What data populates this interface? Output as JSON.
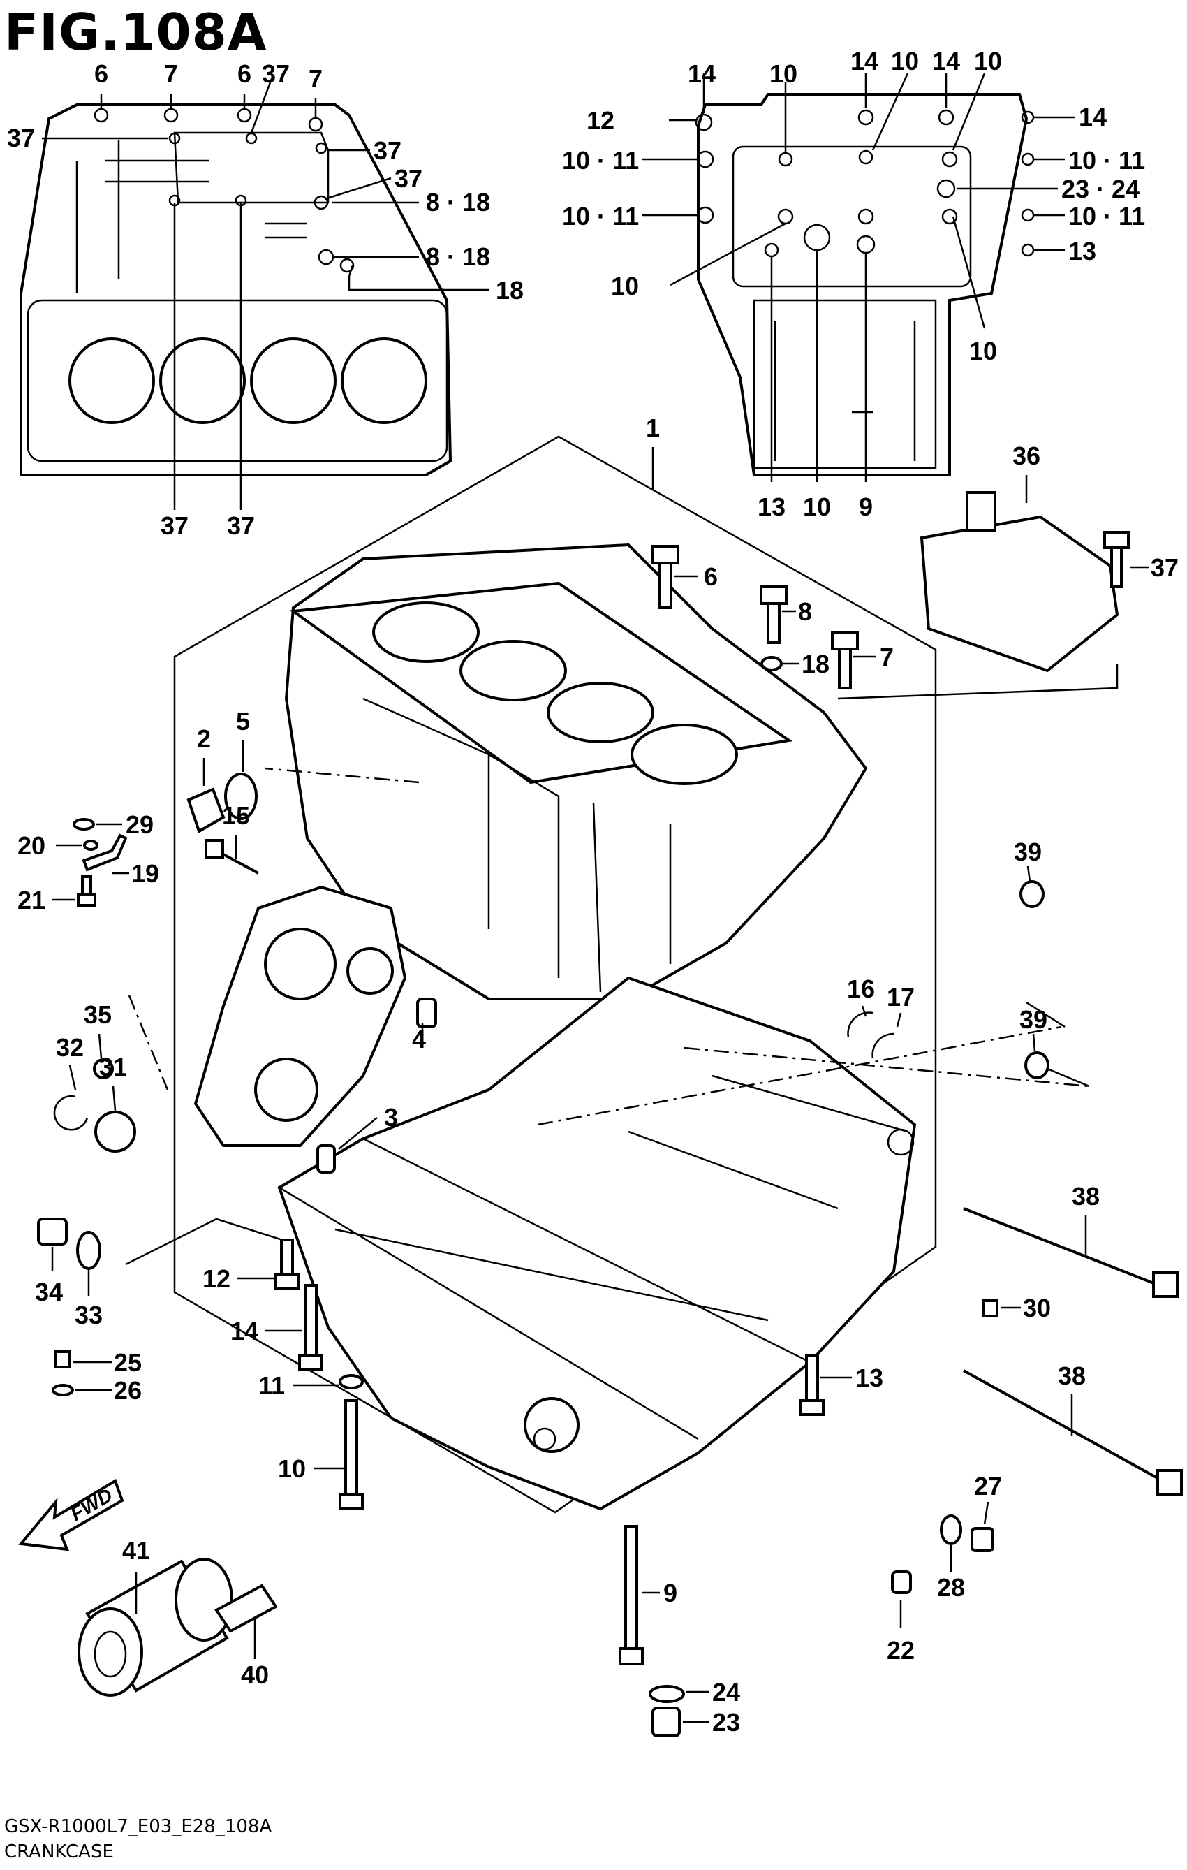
{
  "figure": {
    "title": "FIG.108A",
    "model_code": "GSX-R1000L7_E03_E28_108A",
    "assembly_name": "CRANKCASE"
  },
  "callouts": {
    "c1": "1",
    "c2": "2",
    "c3": "3",
    "c4": "4",
    "c5": "5",
    "c6_top": "6",
    "c6b_top": "6",
    "c6_main": "6",
    "c7_top": "7",
    "c7b_top": "7",
    "c7_main": "7",
    "c8_main": "8",
    "c8_18a": "8 · 18",
    "c8_18b": "8 · 18",
    "c9_main": "9",
    "c9_top": "9",
    "c10_top1": "10",
    "c10_top2": "10",
    "c10_top3": "10",
    "c10_left": "10",
    "c10_right": "10",
    "c10_bot": "10",
    "c10_main": "10",
    "c10_11a": "10 · 11",
    "c10_11b": "10 · 11",
    "c10_11c": "10 · 11",
    "c10_11d": "10 · 11",
    "c11": "11",
    "c12_top": "12",
    "c12_main": "12",
    "c13_top": "13",
    "c13_bot": "13",
    "c13_main": "13",
    "c14_top1": "14",
    "c14_top2": "14",
    "c14_top3": "14",
    "c14_right": "14",
    "c14_main": "14",
    "c15": "15",
    "c16": "16",
    "c17": "17",
    "c18_top": "18",
    "c18_main": "18",
    "c19": "19",
    "c20": "20",
    "c21": "21",
    "c22": "22",
    "c23": "23",
    "c23_24": "23 · 24",
    "c24": "24",
    "c25": "25",
    "c26": "26",
    "c27": "27",
    "c28": "28",
    "c29": "29",
    "c30": "30",
    "c31": "31",
    "c32": "32",
    "c33": "33",
    "c34": "34",
    "c35": "35",
    "c36": "36",
    "c37_a": "37",
    "c37_b": "37",
    "c37_c": "37",
    "c37_d": "37",
    "c37_e": "37",
    "c37_f": "37",
    "c37_g": "37",
    "c38a": "38",
    "c38b": "38",
    "c39a": "39",
    "c39b": "39",
    "c40": "40",
    "c41": "41"
  },
  "fwd_label": "FWD"
}
